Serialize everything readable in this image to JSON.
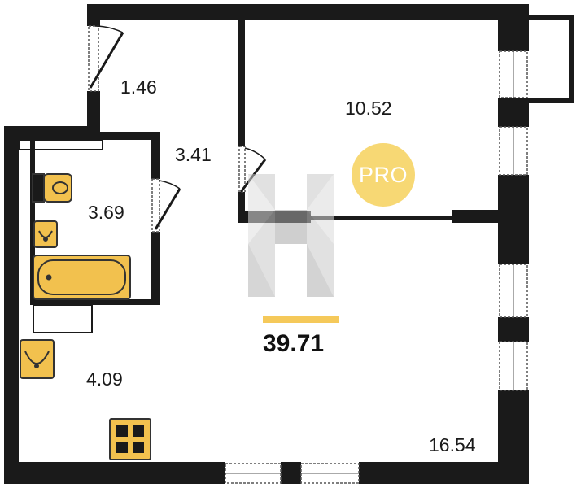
{
  "rooms": {
    "balcony_left": {
      "area": "1.46"
    },
    "bedroom": {
      "area": "10.52"
    },
    "hallway": {
      "area": "3.41"
    },
    "bathroom": {
      "area": "3.69"
    },
    "kitchen_corridor": {
      "area": "4.09"
    },
    "living_room": {
      "area": "16.54"
    }
  },
  "total_area": "39.71",
  "badge": {
    "label": "PRO"
  },
  "colors": {
    "wall": "#1a1a1a",
    "fixture_fill": "#f2c14e",
    "fixture_stroke": "#333333",
    "badge": "#f7d874",
    "total_bar": "#f5c95a",
    "watermark": "#bdbdbd"
  }
}
